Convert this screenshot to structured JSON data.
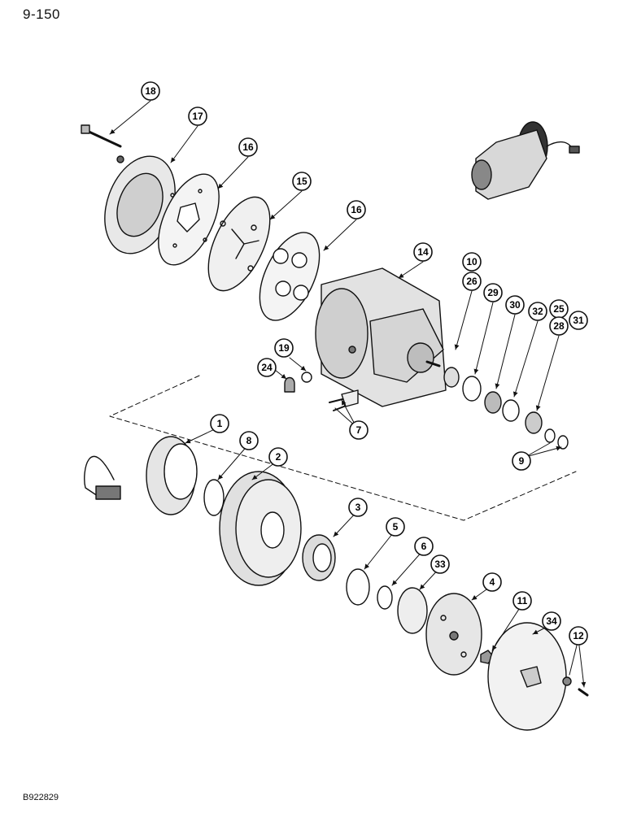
{
  "page_number": "9-150",
  "figure_code": "B922829",
  "callouts": [
    {
      "id": "c18",
      "label": "18"
    },
    {
      "id": "c17",
      "label": "17"
    },
    {
      "id": "c16a",
      "label": "16"
    },
    {
      "id": "c15",
      "label": "15"
    },
    {
      "id": "c16b",
      "label": "16"
    },
    {
      "id": "c14",
      "label": "14"
    },
    {
      "id": "c10",
      "label": "10"
    },
    {
      "id": "c26",
      "label": "26"
    },
    {
      "id": "c29",
      "label": "29"
    },
    {
      "id": "c30",
      "label": "30"
    },
    {
      "id": "c32",
      "label": "32"
    },
    {
      "id": "c25",
      "label": "25"
    },
    {
      "id": "c28",
      "label": "28"
    },
    {
      "id": "c31",
      "label": "31"
    },
    {
      "id": "c19",
      "label": "19"
    },
    {
      "id": "c24",
      "label": "24"
    },
    {
      "id": "c7",
      "label": "7"
    },
    {
      "id": "c9",
      "label": "9"
    },
    {
      "id": "c1",
      "label": "1"
    },
    {
      "id": "c8",
      "label": "8"
    },
    {
      "id": "c2",
      "label": "2"
    },
    {
      "id": "c3",
      "label": "3"
    },
    {
      "id": "c5",
      "label": "5"
    },
    {
      "id": "c6",
      "label": "6"
    },
    {
      "id": "c33",
      "label": "33"
    },
    {
      "id": "c4",
      "label": "4"
    },
    {
      "id": "c11",
      "label": "11"
    },
    {
      "id": "c34",
      "label": "34"
    },
    {
      "id": "c12",
      "label": "12"
    }
  ]
}
